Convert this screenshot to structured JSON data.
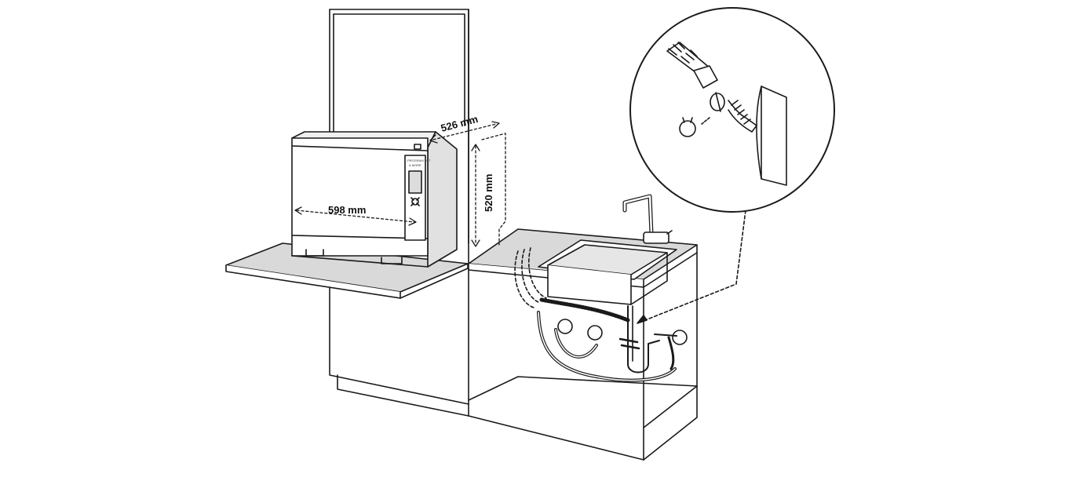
{
  "dimensions": {
    "depth": "526 mm",
    "width": "598 mm",
    "height": "520 mm"
  },
  "panel_text": {
    "line1": "PROGRAM SET",
    "line2": "& MORE"
  },
  "colors": {
    "line": "#1a1a1a",
    "surface_gray": "#d9d9d9",
    "light_gray": "#f0f0f0",
    "background": "#ffffff"
  }
}
